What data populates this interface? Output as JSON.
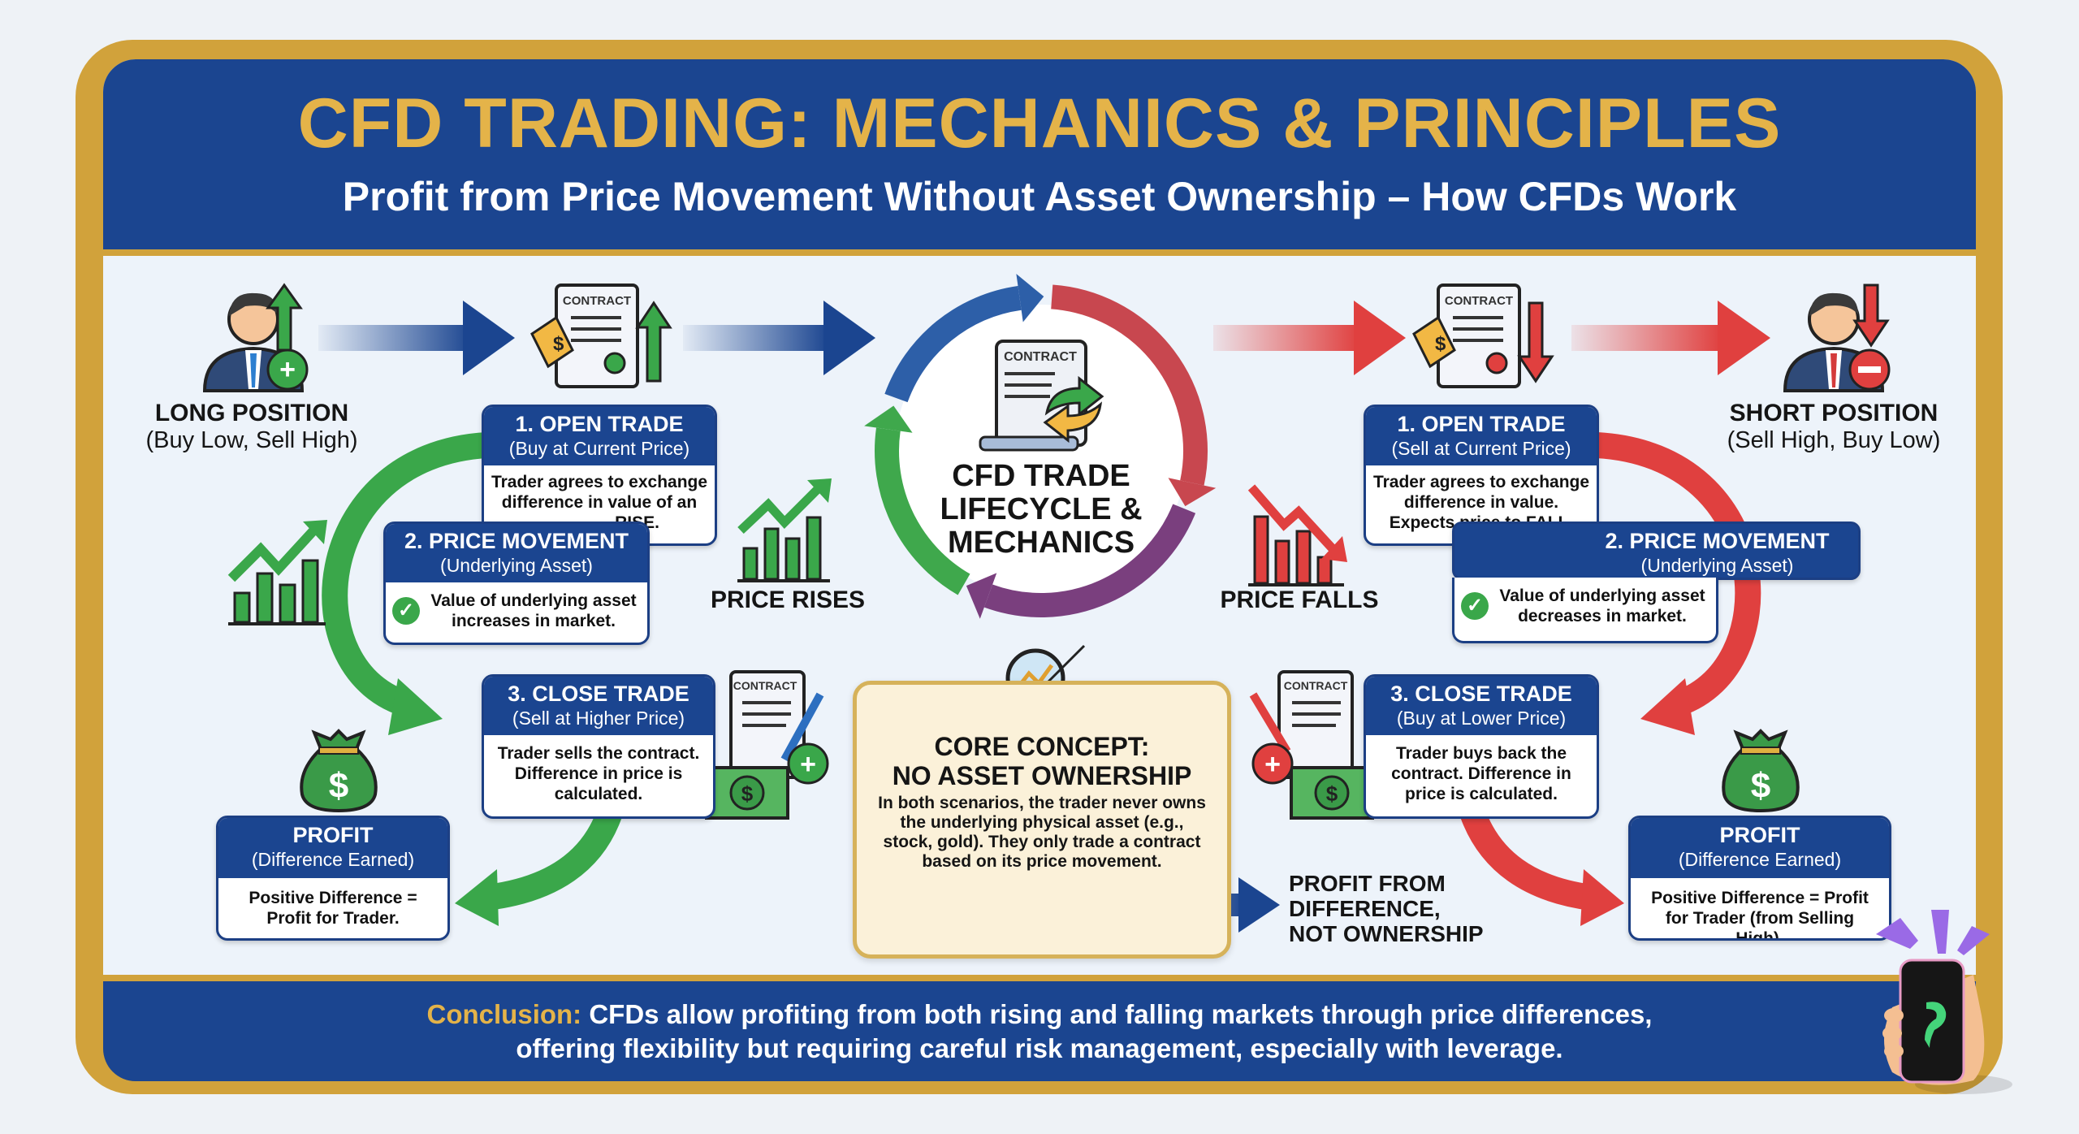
{
  "header": {
    "title": "CFD TRADING: MECHANICS & PRINCIPLES",
    "subtitle": "Profit from Price Movement Without Asset Ownership – How CFDs Work"
  },
  "icons": {
    "contract_label": "CONTRACT",
    "dollar": "$",
    "plus": "+",
    "minus": "–"
  },
  "colors": {
    "navy": "#1b4590",
    "gold": "#d1a23b",
    "green": "#3aa74a",
    "red": "#e0403f"
  },
  "long": {
    "title": "LONG POSITION",
    "subtitle": "(Buy Low, Sell High)",
    "open": {
      "title": "1. OPEN TRADE",
      "sub": "(Buy at Current Price)",
      "lines": [
        "Trader agrees to exchange",
        "difference in value of an",
        "RISE."
      ]
    },
    "movement": {
      "title": "2. PRICE MOVEMENT",
      "sub": "(Underlying Asset)",
      "body": "Value of underlying asset increases in market."
    },
    "price_label": "PRICE RISES",
    "close": {
      "title": "3. CLOSE TRADE",
      "sub": "(Sell at Higher Price)",
      "body": "Trader sells the contract. Difference in price is calculated."
    },
    "profit": {
      "title": "PROFIT",
      "sub": "(Difference Earned)",
      "body": "Positive Difference = Profit for Trader."
    }
  },
  "short": {
    "title": "SHORT POSITION",
    "subtitle": "(Sell High, Buy Low)",
    "open": {
      "title": "1. OPEN TRADE",
      "sub": "(Sell at Current Price)",
      "body": "Trader agrees to exchange difference in value. Expects price to FALL."
    },
    "movement": {
      "title": "2. PRICE MOVEMENT",
      "sub": "(Underlying Asset)",
      "body": "Value of underlying asset decreases in market."
    },
    "price_label": "PRICE FALLS",
    "close": {
      "title": "3. CLOSE TRADE",
      "sub": "(Buy at Lower Price)",
      "body": "Trader buys back the contract. Difference in price is calculated."
    },
    "profit": {
      "title": "PROFIT",
      "sub": "(Difference Earned)",
      "body": "Positive Difference = Profit for Trader (from Selling High)."
    }
  },
  "center": {
    "lines": [
      "CFD TRADE",
      "LIFECYCLE &",
      "MECHANICS"
    ]
  },
  "core": {
    "title1": "CORE CONCEPT:",
    "title2": "NO ASSET OWNERSHIP",
    "body": "In both scenarios, the trader never owns the underlying physical asset (e.g., stock, gold). They only trade a contract based on its price movement."
  },
  "takeaway": [
    "PROFIT FROM",
    "DIFFERENCE,",
    "NOT OWNERSHIP"
  ],
  "footer": {
    "lead": "Conclusion:",
    "line1": " CFDs allow profiting from both rising and falling markets through price differences,",
    "line2": "offering flexibility but requiring careful risk management, especially with leverage."
  }
}
